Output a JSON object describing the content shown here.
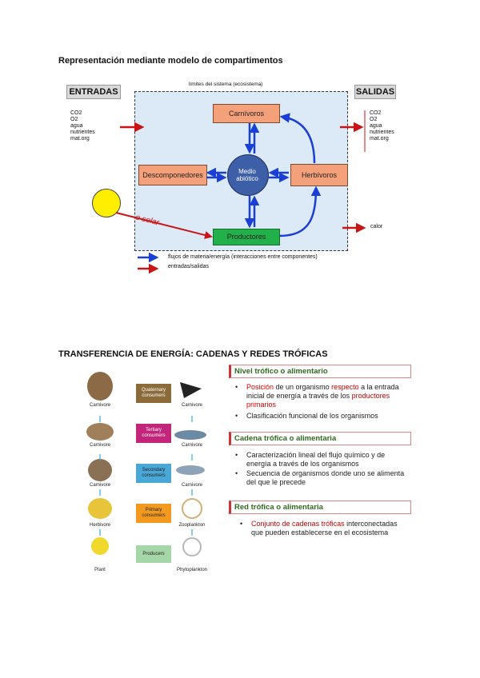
{
  "section1": {
    "title": "Representación mediante modelo de compartimentos",
    "entradas_label": "ENTRADAS",
    "salidas_label": "SALIDAS",
    "system_label": "límites del sistema (ecosistema)",
    "inputs": [
      "CO2",
      "O2",
      "agua",
      "nutrientes",
      "mat.org"
    ],
    "outputs": [
      "CO2",
      "O2",
      "agua",
      "nutrientes",
      "mat.org"
    ],
    "compartments": {
      "carnivoros": "Carnívoros",
      "descomponedores": "Descomponedores",
      "medio": "Medio abiótico",
      "herbivoros": "Herbívoros",
      "productores": "Productores"
    },
    "solar_label": "e solar",
    "calor_label": "calor",
    "legend": {
      "blue": "flujos de materia/energía (interacciones entre componentes)",
      "red": "entradas/salidas"
    },
    "colors": {
      "system_bg": "#dce9f6",
      "compartment": "#f4a07a",
      "medio": "#3c5fa8",
      "productores": "#22b04a",
      "blue_arrow": "#1a3fd6",
      "red_arrow": "#c81414",
      "sun": "#ffee00"
    }
  },
  "section2": {
    "title": "TRANSFERENCIA DE ENERGÍA: CADENAS Y REDES TRÓFICAS",
    "levels": [
      {
        "label": "Quaternary consumers",
        "color": "#8b6b3a"
      },
      {
        "label": "Tertiary consumers",
        "color": "#c2257a"
      },
      {
        "label": "Secondary consumers",
        "color": "#4aa8d8"
      },
      {
        "label": "Primary consumers",
        "color": "#f39a1e"
      },
      {
        "label": "Producers",
        "color": "#a5d6a7"
      }
    ],
    "left_captions": [
      "Carnivore",
      "Carnivore",
      "Carnivore",
      "Herbivore",
      "Plant"
    ],
    "right_captions": [
      "Carnivore",
      "Carnivore",
      "Carnivore",
      "Zooplankton",
      "Phytoplankton"
    ],
    "blocks": [
      {
        "heading": "Nivel trófico o alimentario",
        "bullets": [
          {
            "parts": [
              {
                "t": "Posición",
                "red": true
              },
              {
                "t": " de un organismo ",
                "red": false
              },
              {
                "t": "respecto",
                "red": true
              },
              {
                "t": " a la entrada inicial de energía a través de los ",
                "red": false
              },
              {
                "t": "productores primarios",
                "red": true
              }
            ]
          },
          {
            "parts": [
              {
                "t": "Clasificación funcional de los organismos",
                "red": false
              }
            ]
          }
        ]
      },
      {
        "heading": "Cadena trófica o alimentaria",
        "bullets": [
          {
            "parts": [
              {
                "t": "Caracterización lineal del flujo químico y de energía a través de los organismos",
                "red": false
              }
            ]
          },
          {
            "parts": [
              {
                "t": "Secuencia de organismos donde uno se alimenta del que le precede",
                "red": false
              }
            ]
          }
        ]
      },
      {
        "heading": "Red trófica o alimentaria",
        "bullets": [
          {
            "parts": [
              {
                "t": "Conjunto de cadenas tróficas",
                "red": true
              },
              {
                "t": " interconectadas que pueden establecerse en el ecosistema",
                "red": false
              }
            ]
          }
        ]
      }
    ]
  }
}
